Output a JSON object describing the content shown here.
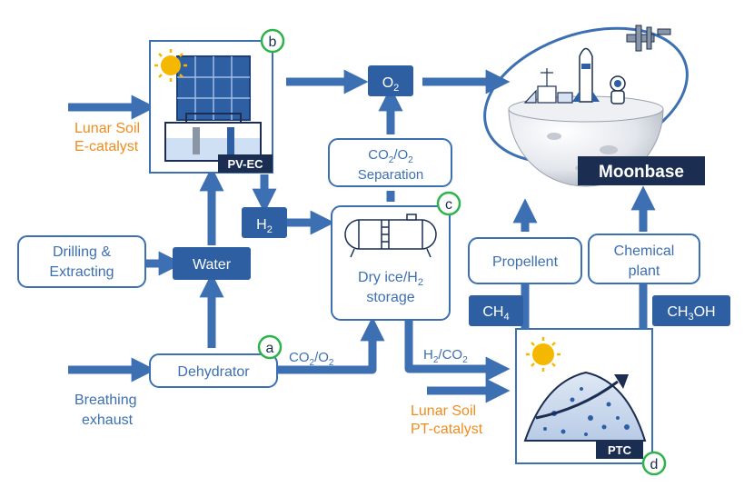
{
  "colors": {
    "primary": "#3d6fb3",
    "dark_fill": "#2e5fa3",
    "navy": "#1b2e52",
    "orange": "#f08c1e",
    "green": "#2db34a",
    "sun": "#f5b800"
  },
  "nodes": {
    "pvec_label": "PV-EC",
    "o2_label": "O",
    "o2_sub": "2",
    "separation_line1_a": "CO",
    "separation_line1_sub1": "2",
    "separation_line1_b": "/O",
    "separation_line1_sub2": "2",
    "separation_line2": "Separation",
    "h2_label": "H",
    "h2_sub": "2",
    "storage_line1_a": "Dry ice/H",
    "storage_line1_sub": "2",
    "storage_line2": "storage",
    "water_label": "Water",
    "drilling_line1": "Drilling &",
    "drilling_line2": "Extracting",
    "dehydrator_label": "Dehydrator",
    "propellent_label": "Propellent",
    "chem_line1": "Chemical",
    "chem_line2": "plant",
    "ch4_label": "CH",
    "ch4_sub": "4",
    "ch3oh_a": "CH",
    "ch3oh_sub": "3",
    "ch3oh_b": "OH",
    "ptc_label": "PTC",
    "moonbase_label": "Moonbase"
  },
  "annotations": {
    "lunar_soil_1": "Lunar Soil",
    "ecatalyst": "E-catalyst",
    "lunar_soil_2": "Lunar Soil",
    "ptcatalyst": "PT-catalyst",
    "breathing_1": "Breathing",
    "breathing_2": "exhaust",
    "co2o2_a": "CO",
    "co2o2_sub1": "2",
    "co2o2_b": "/O",
    "co2o2_sub2": "2",
    "h2co2_a": "H",
    "h2co2_sub1": "2",
    "h2co2_b": "/CO",
    "h2co2_sub2": "2"
  },
  "badges": {
    "a": "a",
    "b": "b",
    "c": "c",
    "d": "d"
  }
}
